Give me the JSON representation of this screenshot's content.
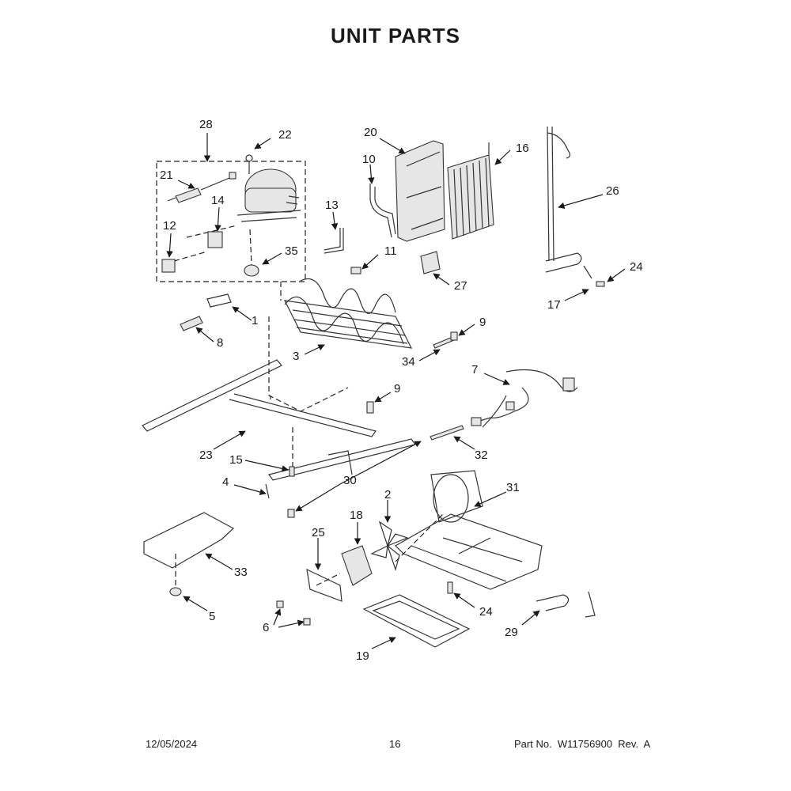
{
  "title": "UNIT PARTS",
  "footer": {
    "date": "12/05/2024",
    "page": "16",
    "part_no": "Part No.  W11756900  Rev.  A"
  },
  "callouts": {
    "c1": "1",
    "c2": "2",
    "c3": "3",
    "c4": "4",
    "c5": "5",
    "c6": "6",
    "c7": "7",
    "c8": "8",
    "c9a": "9",
    "c9b": "9",
    "c10": "10",
    "c11": "11",
    "c12": "12",
    "c13": "13",
    "c14": "14",
    "c15": "15",
    "c16": "16",
    "c17": "17",
    "c18": "18",
    "c19": "19",
    "c20": "20",
    "c21": "21",
    "c22": "22",
    "c23": "23",
    "c24a": "24",
    "c24b": "24",
    "c25": "25",
    "c26": "26",
    "c27": "27",
    "c28": "28",
    "c29": "29",
    "c30": "30",
    "c31": "31",
    "c32": "32",
    "c33": "33",
    "c34": "34",
    "c35": "35"
  }
}
